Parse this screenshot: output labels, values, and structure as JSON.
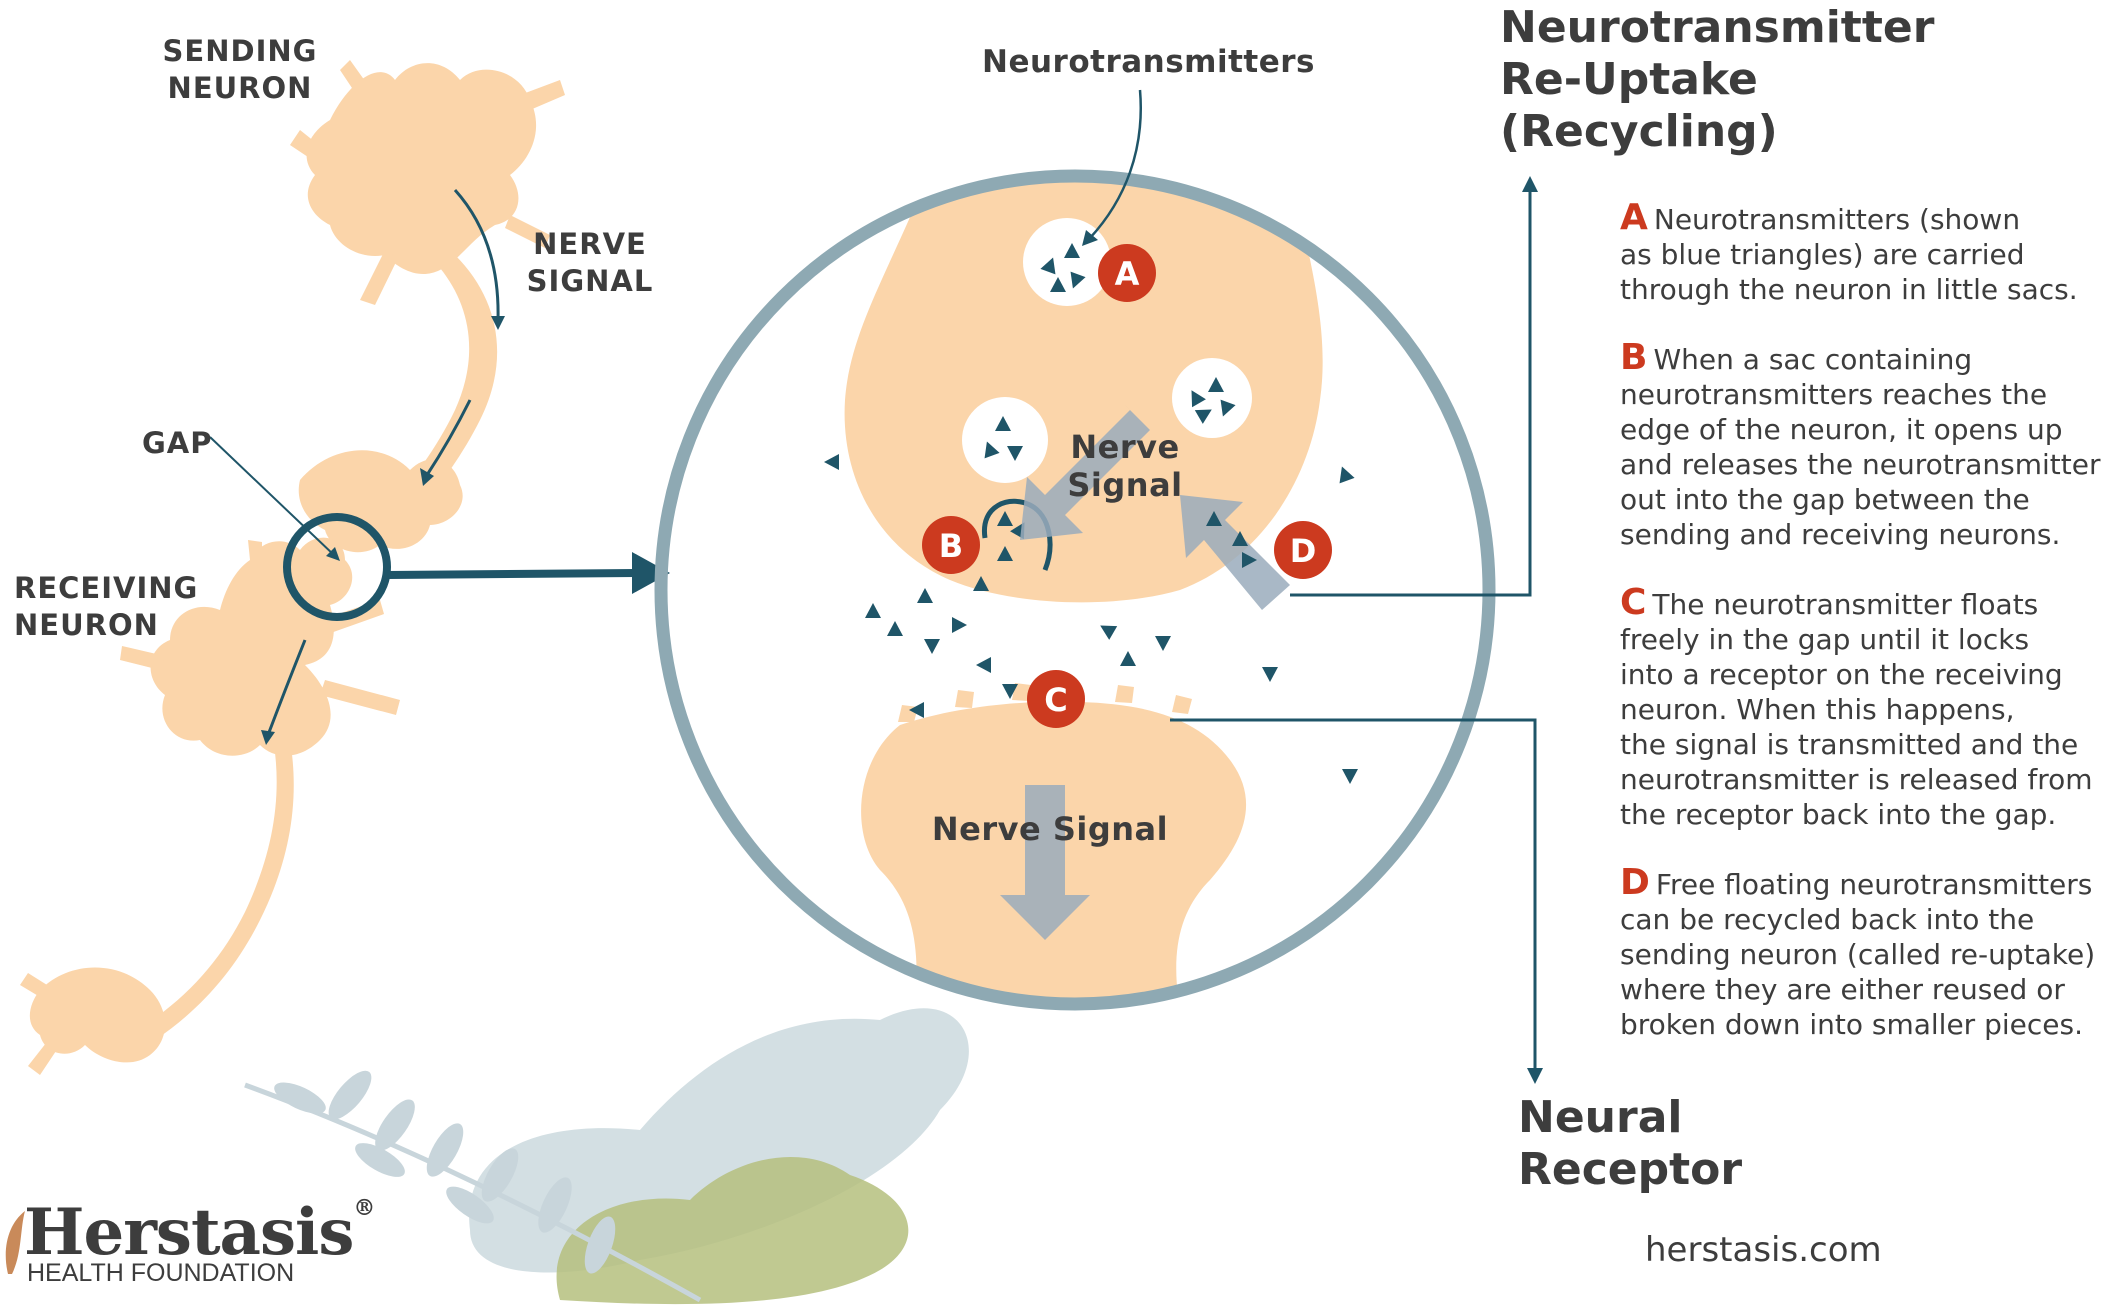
{
  "labels": {
    "sending_neuron": "SENDING\nNEURON",
    "nerve_signal_small": "NERVE\nSIGNAL",
    "gap": "GAP",
    "receiving_neuron": "RECEIVING\nNEURON",
    "neurotransmitters": "Neurotransmitters",
    "nerve_signal_upper": "Nerve\nSignal",
    "nerve_signal_lower": "Nerve Signal"
  },
  "markers": [
    "A",
    "B",
    "C",
    "D"
  ],
  "headings": {
    "top": "Neurotransmitter\nRe-Uptake\n(Recycling)",
    "bottom": "Neural\nReceptor"
  },
  "steps": [
    {
      "letter": "A",
      "text": "Neurotransmitters (shown\nas blue triangles) are carried\nthrough the neuron in little sacs."
    },
    {
      "letter": "B",
      "text": "When a sac containing\nneurotransmitters reaches the\nedge of the neuron, it opens up\nand releases the neurotransmitter\nout into the gap between the\nsending and receiving neurons."
    },
    {
      "letter": "C",
      "text": "The neurotransmitter floats\nfreely in the gap until it locks\ninto a receptor on the receiving\nneuron. When this happens,\nthe signal is transmitted and the\nneurotransmitter is released from\nthe receptor back into the gap."
    },
    {
      "letter": "D",
      "text": "Free floating neurotransmitters\ncan be recycled back into the\nsending neuron (called re-uptake)\nwhere they are either reused or\nbroken down into smaller pieces."
    }
  ],
  "website": "herstasis.com",
  "logo": {
    "name": "Herstasis",
    "registered": "®",
    "subtitle": "HEALTH FOUNDATION"
  },
  "colors": {
    "neuron": "#fbd5aa",
    "teal": "#1f5568",
    "circle": "#8ea9b3",
    "marker": "#cc3a1f",
    "arrow": "#9aabbc",
    "leaf_blue": "#d3dfe3",
    "leaf_green": "#b5bf7e"
  }
}
